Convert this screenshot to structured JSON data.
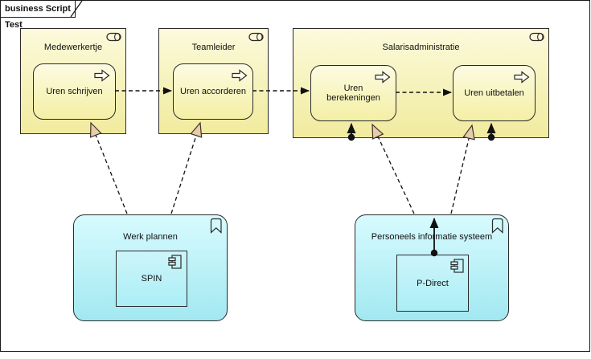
{
  "view": {
    "tab_label": "business Script Test"
  },
  "actors": [
    {
      "id": "medewerkertje",
      "label": "Medewerkertje"
    },
    {
      "id": "teamleider",
      "label": "Teamleider"
    },
    {
      "id": "salarisadministratie",
      "label": "Salarisadministratie"
    }
  ],
  "processes": [
    {
      "id": "uren-schrijven",
      "label": "Uren schrijven"
    },
    {
      "id": "uren-accorderen",
      "label": "Uren accorderen"
    },
    {
      "id": "uren-berekeningen",
      "label": "Uren berekeningen"
    },
    {
      "id": "uren-uitbetalen",
      "label": "Uren uitbetalen"
    }
  ],
  "applications": [
    {
      "id": "werk-plannen",
      "label": "Werk plannen",
      "component": "SPIN"
    },
    {
      "id": "personeels-informatie-systeem",
      "label": "Personeels informatie systeem",
      "component": "P-Direct"
    }
  ],
  "icons": {
    "business_role": "role-cylinder-icon",
    "business_process": "process-arrow-icon",
    "application_group": "bookmark-icon",
    "application_component": "component-icon"
  },
  "colors": {
    "business_fill_top": "#fcfadc",
    "business_fill_bottom": "#f1eb9e",
    "application_fill_top": "#d7fbfe",
    "application_fill_bottom": "#a2e8f1",
    "realization_arrowhead_fill": "#e8cbaa",
    "line": "#1a1a1a",
    "background": "#ffffff"
  }
}
